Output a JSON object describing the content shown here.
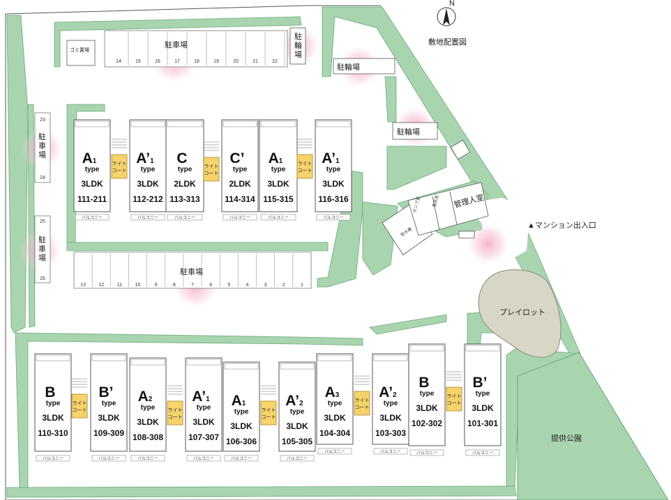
{
  "north": "N",
  "title": "敷地配置図",
  "entrance": "▲マンション出入口",
  "park": "提供公園",
  "playlot": "プレイロット",
  "light_court": [
    "ライト",
    "コート"
  ],
  "garbage": "ゴミ置場",
  "pump": "ポンプ室",
  "electric": "電気室",
  "water_tank": "受水槽",
  "mgmt": "管理人室",
  "balcony": "バルコニー",
  "parking_label": "駐車場",
  "bike_label": "駐輪場",
  "colors": {
    "green": "#a8d5b0",
    "green_edge": "#6aa876",
    "court": "#f6d36b",
    "blossom": "#f4b8cc"
  },
  "parking_top": [
    "14",
    "15",
    "16",
    "17",
    "18",
    "19",
    "20",
    "21",
    "22"
  ],
  "parking_mid": [
    "13",
    "12",
    "11",
    "10",
    "9",
    "8",
    "7",
    "6",
    "5",
    "4",
    "3",
    "2",
    "1"
  ],
  "parking_left_a": [
    "23",
    "24"
  ],
  "parking_left_b": [
    "25",
    "26"
  ],
  "units_upper": [
    {
      "letter": "A",
      "sub": "1",
      "prime": false,
      "type": "type",
      "plan": "3LDK",
      "num": "111-211"
    },
    {
      "letter": "A",
      "sub": "1",
      "prime": true,
      "type": "type",
      "plan": "3LDK",
      "num": "112-212"
    },
    {
      "letter": "C",
      "sub": "",
      "prime": false,
      "type": "type",
      "plan": "2LDK",
      "num": "113-313"
    },
    {
      "letter": "C",
      "sub": "",
      "prime": true,
      "type": "type",
      "plan": "2LDK",
      "num": "114-314"
    },
    {
      "letter": "A",
      "sub": "1",
      "prime": false,
      "type": "type",
      "plan": "3LDK",
      "num": "115-315"
    },
    {
      "letter": "A",
      "sub": "1",
      "prime": true,
      "type": "type",
      "plan": "3LDK",
      "num": "116-316"
    }
  ],
  "units_lower": [
    {
      "letter": "B",
      "sub": "",
      "prime": false,
      "type": "type",
      "plan": "3LDK",
      "num": "110-310"
    },
    {
      "letter": "B",
      "sub": "",
      "prime": true,
      "type": "type",
      "plan": "3LDK",
      "num": "109-309"
    },
    {
      "letter": "A",
      "sub": "2",
      "prime": false,
      "type": "type",
      "plan": "3LDK",
      "num": "108-308"
    },
    {
      "letter": "A",
      "sub": "1",
      "prime": true,
      "type": "type",
      "plan": "3LDK",
      "num": "107-307"
    },
    {
      "letter": "A",
      "sub": "1",
      "prime": false,
      "type": "type",
      "plan": "3LDK",
      "num": "106-306"
    },
    {
      "letter": "A",
      "sub": "2",
      "prime": true,
      "type": "type",
      "plan": "3LDK",
      "num": "105-305"
    },
    {
      "letter": "A",
      "sub": "3",
      "prime": false,
      "type": "type",
      "plan": "3LDK",
      "num": "104-304"
    },
    {
      "letter": "A",
      "sub": "2",
      "prime": true,
      "type": "type",
      "plan": "3LDK",
      "num": "103-303"
    },
    {
      "letter": "B",
      "sub": "",
      "prime": false,
      "type": "type",
      "plan": "3LDK",
      "num": "102-302"
    },
    {
      "letter": "B",
      "sub": "",
      "prime": true,
      "type": "type",
      "plan": "3LDK",
      "num": "101-301"
    }
  ]
}
